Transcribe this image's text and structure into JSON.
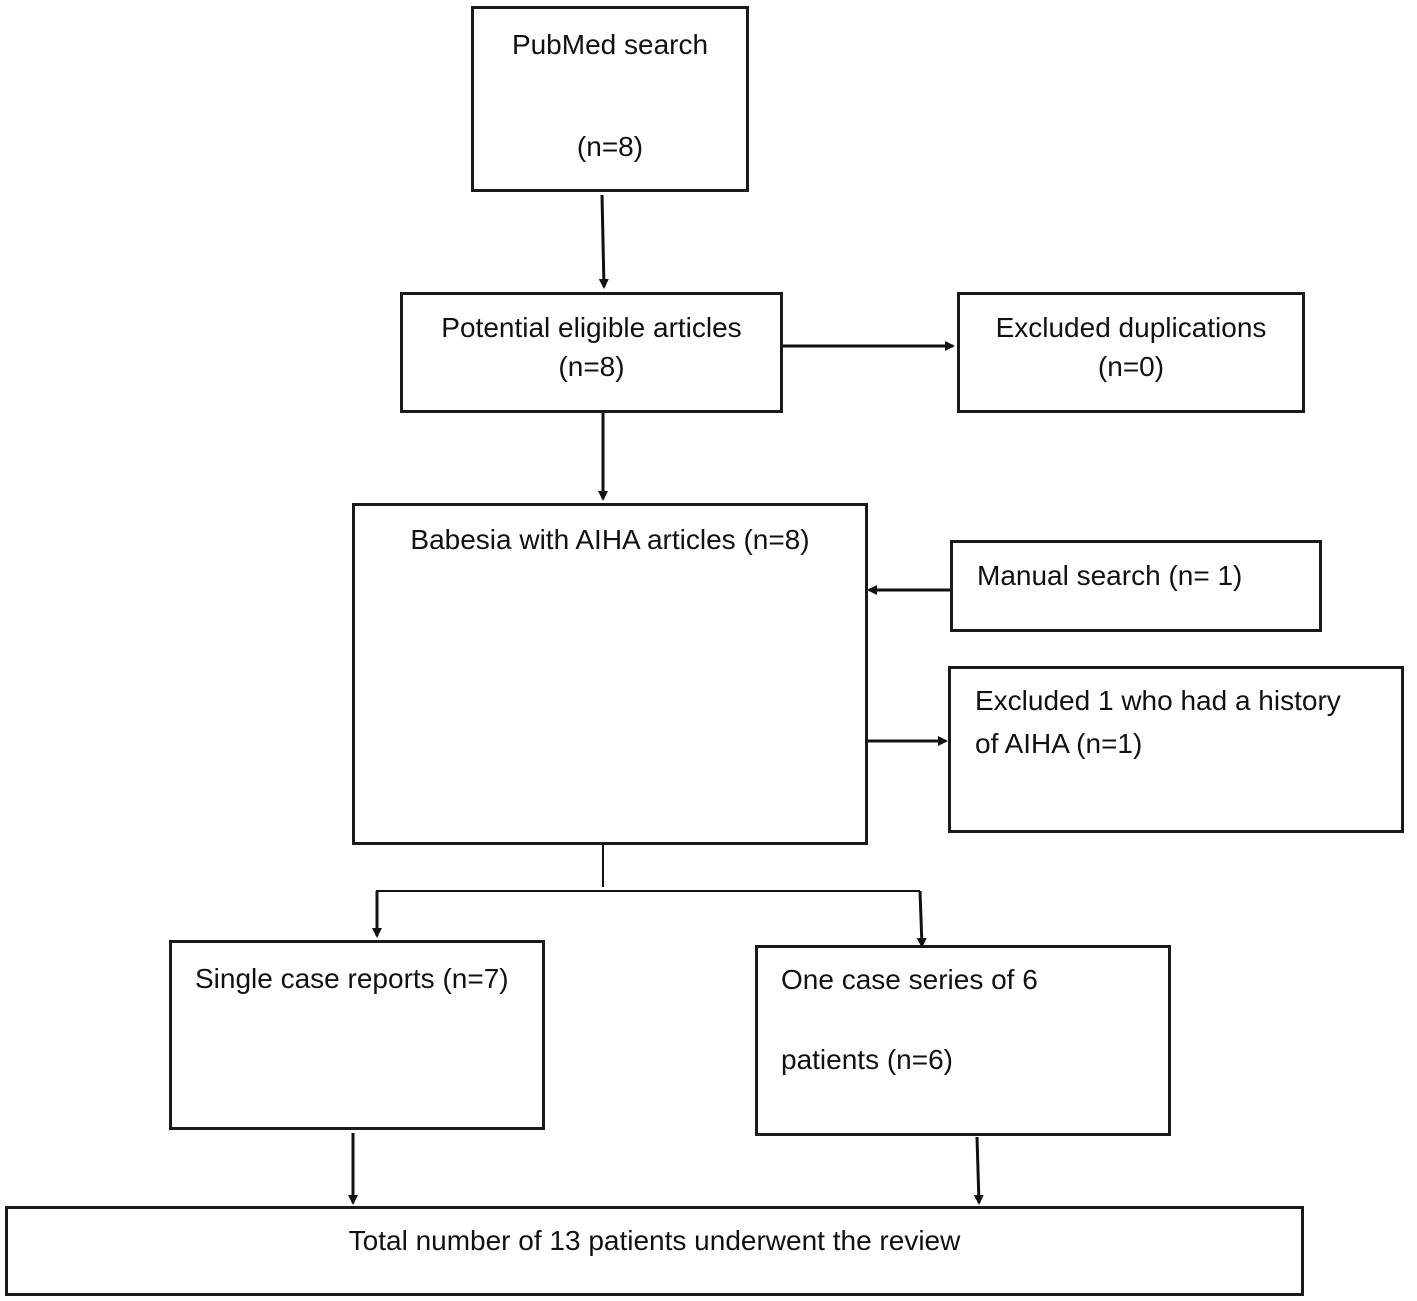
{
  "nodes": {
    "pubmed": {
      "title": "PubMed search",
      "count": "(n=8)"
    },
    "potential": {
      "title": "Potential eligible articles",
      "count": "(n=8)"
    },
    "duplications": {
      "title": "Excluded duplications",
      "count": "(n=0)"
    },
    "babesia": {
      "title": "Babesia with AIHA articles (n=8)"
    },
    "manual": {
      "title": "Manual search (n= 1)"
    },
    "excluded_history": {
      "line1": "Excluded 1 who had a history",
      "line2": "of AIHA (n=1)"
    },
    "single_case": {
      "title": "Single case reports (n=7)"
    },
    "case_series": {
      "line1": "One case series of 6",
      "line2": "patients (n=6)"
    },
    "total": {
      "title": "Total number of 13 patients underwent the review"
    }
  }
}
